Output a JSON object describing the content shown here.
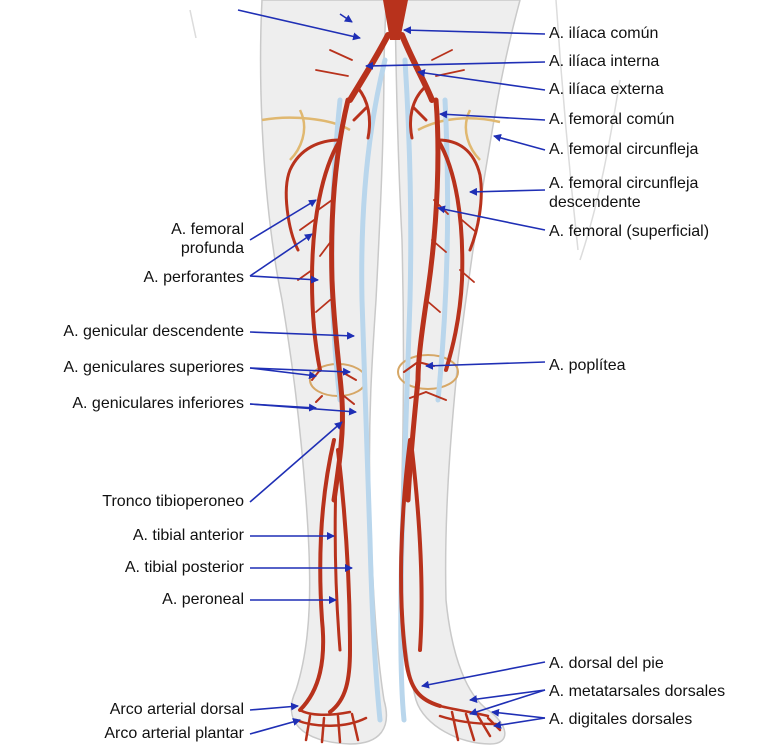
{
  "colors": {
    "artery": "#b8321c",
    "artery_dark": "#8f2412",
    "vein": "#b9d6ec",
    "skin": "#eeeeee",
    "skin_edge": "#c9c9c9",
    "bone": "#f3c16a",
    "pointer": "#1f2fb5"
  },
  "labels_right": [
    {
      "id": "iliaca-comun",
      "text": "A. ilíaca común"
    },
    {
      "id": "iliaca-interna",
      "text": "A. ilíaca interna"
    },
    {
      "id": "iliaca-externa",
      "text": "A. ilíaca externa"
    },
    {
      "id": "femoral-comun",
      "text": "A. femoral común"
    },
    {
      "id": "femoral-circunfleja",
      "text": "A. femoral circunfleja"
    },
    {
      "id": "femoral-circunfleja-desc",
      "text": "A. femoral circunfleja",
      "text2": "descendente"
    },
    {
      "id": "femoral-superficial",
      "text": "A. femoral (superficial)"
    },
    {
      "id": "poplitea",
      "text": "A. poplítea"
    },
    {
      "id": "dorsal-pie",
      "text": "A. dorsal del pie"
    },
    {
      "id": "metatarsales",
      "text": "A. metatarsales dorsales"
    },
    {
      "id": "digitales",
      "text": "A. digitales dorsales"
    }
  ],
  "labels_left": [
    {
      "id": "femoral-profunda",
      "text": "A. femoral",
      "text2": "profunda"
    },
    {
      "id": "perforantes",
      "text": "A. perforantes"
    },
    {
      "id": "genicular-desc",
      "text": "A. genicular descendente"
    },
    {
      "id": "geniculares-sup",
      "text": "A. geniculares superiores"
    },
    {
      "id": "geniculares-inf",
      "text": "A. geniculares inferiores"
    },
    {
      "id": "tronco",
      "text": "Tronco tibioperoneo"
    },
    {
      "id": "tibial-anterior",
      "text": "A. tibial anterior"
    },
    {
      "id": "tibial-posterior",
      "text": "A. tibial posterior"
    },
    {
      "id": "peroneal",
      "text": "A. peroneal"
    },
    {
      "id": "arco-dorsal",
      "text": "Arco arterial dorsal"
    },
    {
      "id": "arco-plantar",
      "text": "Arco arterial plantar"
    }
  ]
}
